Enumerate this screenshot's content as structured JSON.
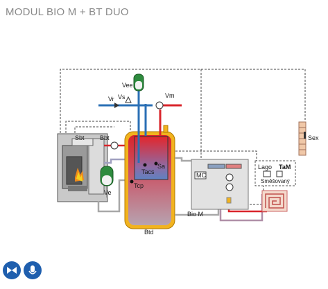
{
  "title": "MODUL BIO M + BT DUO",
  "labels": {
    "vee": "Vee",
    "vs": "Vs",
    "vr": "Vr",
    "vm": "Vm",
    "sbt": "Sbt",
    "bbt": "Bbt",
    "sa": "Sa",
    "tacs": "Tacs",
    "tcp": "Tcp",
    "ve": "Ve",
    "btd": "Btd",
    "bio_m": "Bio M",
    "mc": "MC",
    "lago": "Lago",
    "tam": "TaM",
    "smesovany": "Směšovaný",
    "sex": "Sex"
  },
  "colors": {
    "hot": "#d9242b",
    "cold": "#2a6fb5",
    "tank": "#f2b31e",
    "vessel_green": "#2e8b3e",
    "icon_blue": "#1f5fae"
  },
  "footer_icons": [
    "valve-icon",
    "sensor-icon"
  ]
}
